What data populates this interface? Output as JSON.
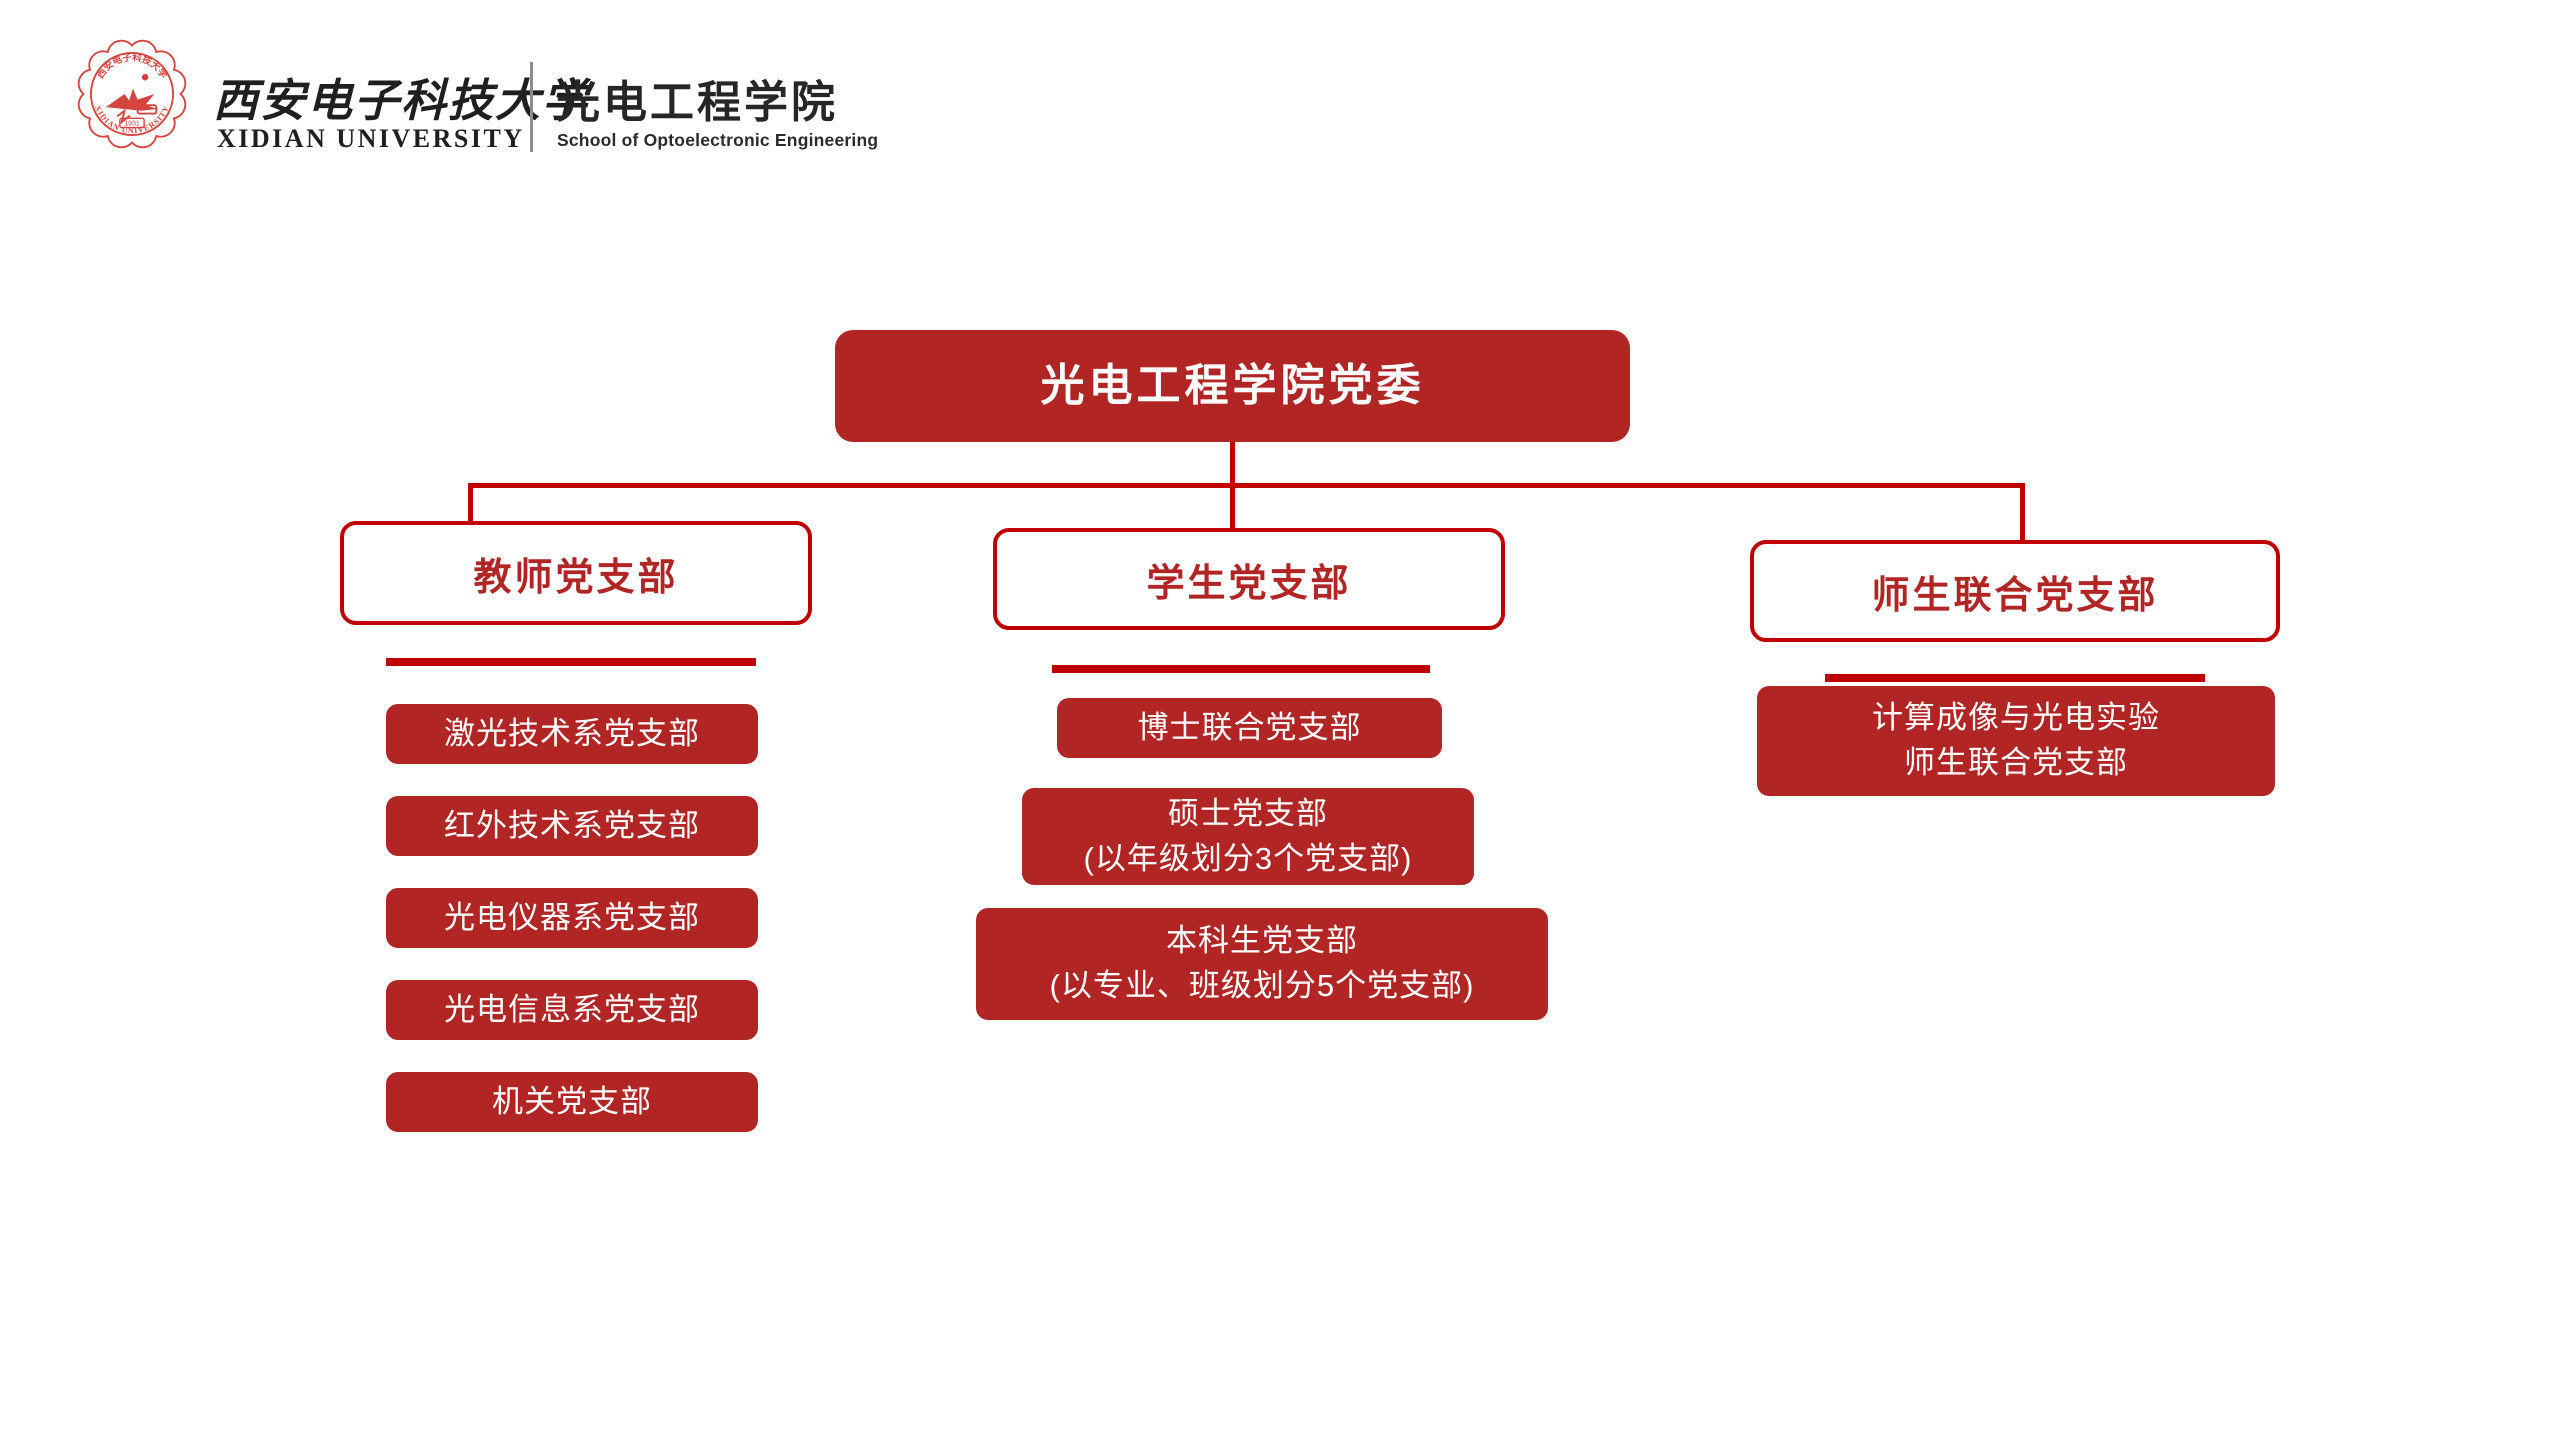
{
  "header": {
    "university_name_cn": "西安电子科技大学",
    "university_name_en": "XIDIAN UNIVERSITY",
    "school_name_cn": "光电工程学院",
    "school_name_en": "School of Optoelectronic Engineering",
    "seal": {
      "ring_text_top": "西安电子科技大学",
      "ring_text_bottom": "XIDIAN UNIVERSITY",
      "year": "1931"
    }
  },
  "colors": {
    "box_fill_red": "#B22525",
    "line_red": "#C00000",
    "branch_text_red": "#B22525",
    "header_text": "#262626"
  },
  "org_chart": {
    "root": {
      "label": "光电工程学院党委"
    },
    "branches": [
      {
        "label": "教师党支部",
        "children": [
          {
            "lines": [
              "激光技术系党支部"
            ]
          },
          {
            "lines": [
              "红外技术系党支部"
            ]
          },
          {
            "lines": [
              "光电仪器系党支部"
            ]
          },
          {
            "lines": [
              "光电信息系党支部"
            ]
          },
          {
            "lines": [
              "机关党支部"
            ]
          }
        ]
      },
      {
        "label": "学生党支部",
        "children": [
          {
            "lines": [
              "博士联合党支部"
            ]
          },
          {
            "lines": [
              "硕士党支部",
              "(以年级划分3个党支部)"
            ]
          },
          {
            "lines": [
              "本科生党支部",
              "(以专业、班级划分5个党支部)"
            ]
          }
        ]
      },
      {
        "label": "师生联合党支部",
        "children": [
          {
            "lines": [
              "计算成像与光电实验",
              "师生联合党支部"
            ]
          }
        ]
      }
    ]
  }
}
